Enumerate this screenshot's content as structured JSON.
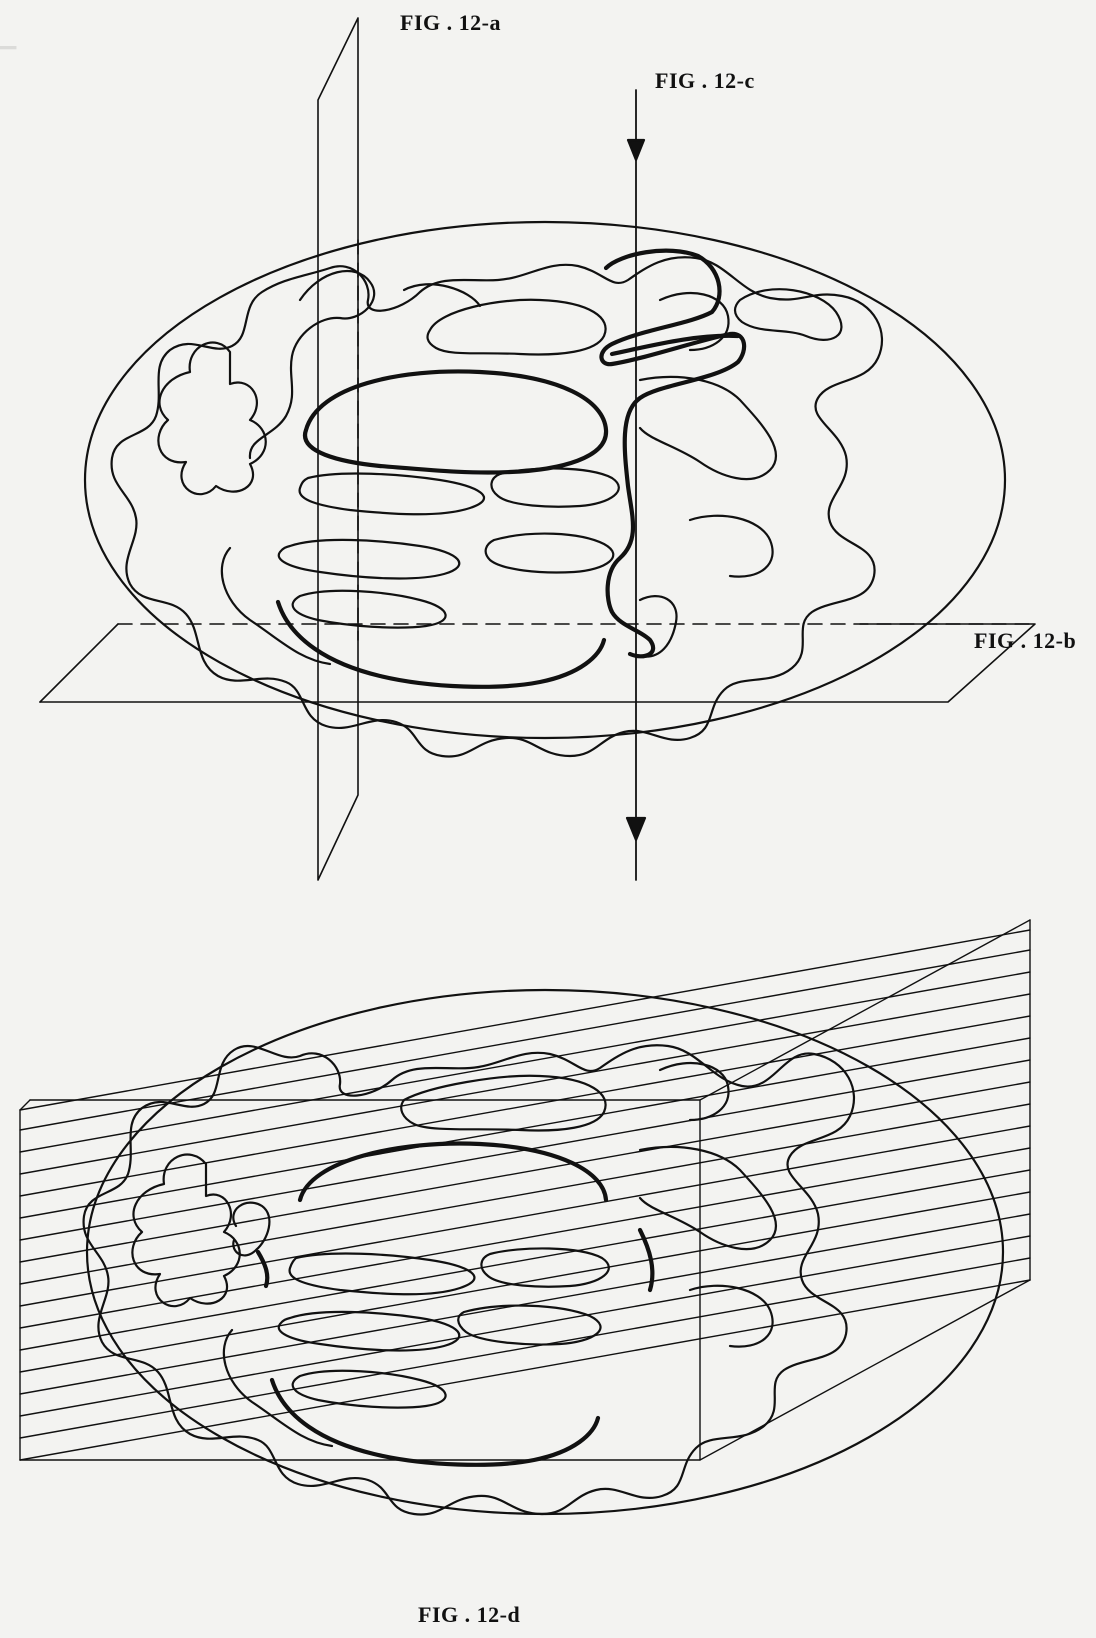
{
  "labels": {
    "fig_a": "FIG . 12-a",
    "fig_b": "FIG . 12-b",
    "fig_c": "FIG . 12-c",
    "fig_d": "FIG . 12-d"
  },
  "colors": {
    "ink": "#111111",
    "paper": "#f3f3f1",
    "bleed": "#c9c9c6"
  }
}
